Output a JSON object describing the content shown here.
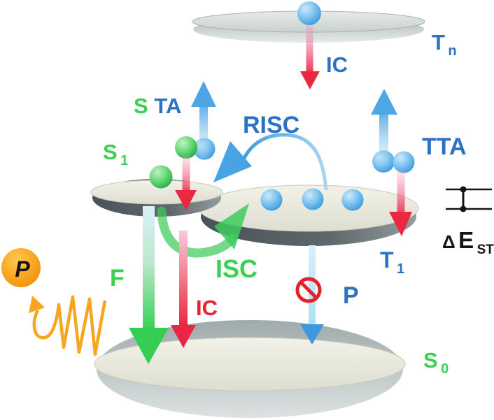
{
  "states": {
    "tn": {
      "symbol": "T",
      "subscript": "n"
    },
    "s1": {
      "symbol": "S",
      "subscript": "1"
    },
    "t1": {
      "symbol": "T",
      "subscript": "1"
    },
    "s0": {
      "symbol": "S",
      "subscript": "0"
    }
  },
  "transitions": {
    "ic_from_tn": "IC",
    "sta_first_letter": "S",
    "sta_rest": "TA",
    "risc": "RISC",
    "tta": "TTA",
    "isc": "ISC",
    "fluorescence": "F",
    "ic_from_s1": "IC",
    "phosphorescence": "P"
  },
  "photon": {
    "label": "P"
  },
  "energy_gap": {
    "delta": "Δ",
    "symbol": "E",
    "subscript": "ST"
  },
  "colors": {
    "blue_text": "#2B72C4",
    "green_text": "#3BD052",
    "red_text": "#EA2135",
    "black_text": "#141414",
    "orange": "#F6A61F"
  },
  "excitons": {
    "tn_disk_blue": 1,
    "s1_disk_green": 2,
    "s1_disk_blue": 1,
    "t1_disk_blue": 5
  }
}
